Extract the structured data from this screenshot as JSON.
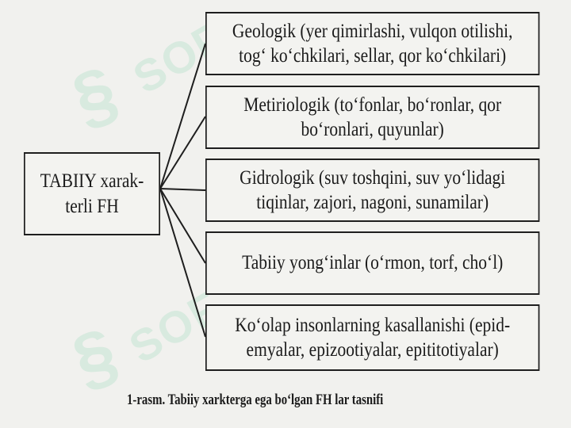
{
  "root": {
    "line1": "TABIIY xarak-",
    "line2": "terli FH"
  },
  "branches": [
    {
      "line1": "Geologik (yer qimirlashi, vulqon otilishi,",
      "line2": "tog‘ ko‘chkilari, sellar, qor ko‘chkilari)"
    },
    {
      "line1": "Metiriologik (to‘fonlar, bo‘ronlar, qor",
      "line2": "bo‘ronlari, quyunlar)"
    },
    {
      "line1": "Gidrologik (suv toshqini, suv yo‘lidagi",
      "line2": "tiqinlar, zajori, nagoni, sunamilar)"
    },
    {
      "line1": "Tabiiy yong‘inlar (o‘rmon, torf, cho‘l)",
      "line2": ""
    },
    {
      "line1": "Ko‘olap insonlarning kasallanishi (epid-",
      "line2": "emyalar, epizootiyalar, epititotiyalar)"
    }
  ],
  "caption": "1-rasm. Tabiiy xarkterga ega bo‘lgan FH lar tasnifi",
  "watermark": "SOF"
}
